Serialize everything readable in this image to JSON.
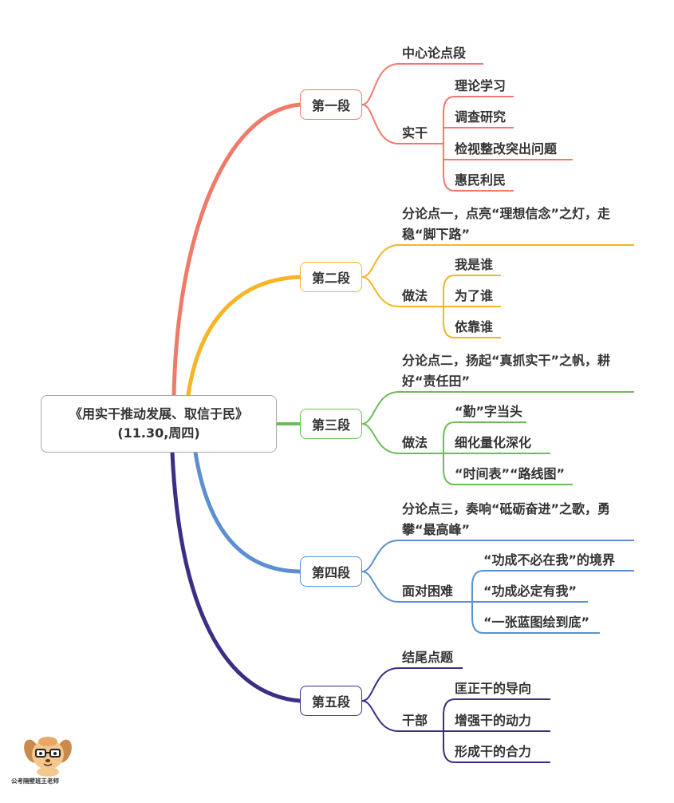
{
  "root": {
    "line1": "《用实干推动发展、取信于民》",
    "line2": "(11.30,周四)"
  },
  "sections": [
    {
      "title": "第一段",
      "color": "#f07a6a",
      "thesis": "中心论点段",
      "method": "实干",
      "items": [
        "理论学习",
        "调查研究",
        "检视整改突出问题",
        "惠民利民"
      ]
    },
    {
      "title": "第二段",
      "color": "#f5b526",
      "thesis": "分论点一，点亮“理想信念”之灯，走稳“脚下路”",
      "method": "做法",
      "items": [
        "我是谁",
        "为了谁",
        "依靠谁"
      ]
    },
    {
      "title": "第三段",
      "color": "#6ebb5b",
      "thesis": "分论点二，扬起“真抓实干”之帆，耕好“责任田”",
      "method": "做法",
      "items": [
        "“勤”字当头",
        "细化量化深化",
        "“时间表”“路线图”"
      ]
    },
    {
      "title": "第四段",
      "color": "#5b8fd0",
      "thesis": "分论点三，奏响“砥砺奋进”之歌，勇攀“最高峰”",
      "method": "面对困难",
      "items": [
        "“功成不必在我”的境界",
        "“功成必定有我”",
        "“一张蓝图绘到底”"
      ]
    },
    {
      "title": "第五段",
      "color": "#3a2f85",
      "thesis": "结尾点题",
      "method": "干部",
      "items": [
        "匡正干的导向",
        "增强干的动力",
        "形成干的合力"
      ]
    }
  ],
  "watermark": "公考隔壁班王老师"
}
